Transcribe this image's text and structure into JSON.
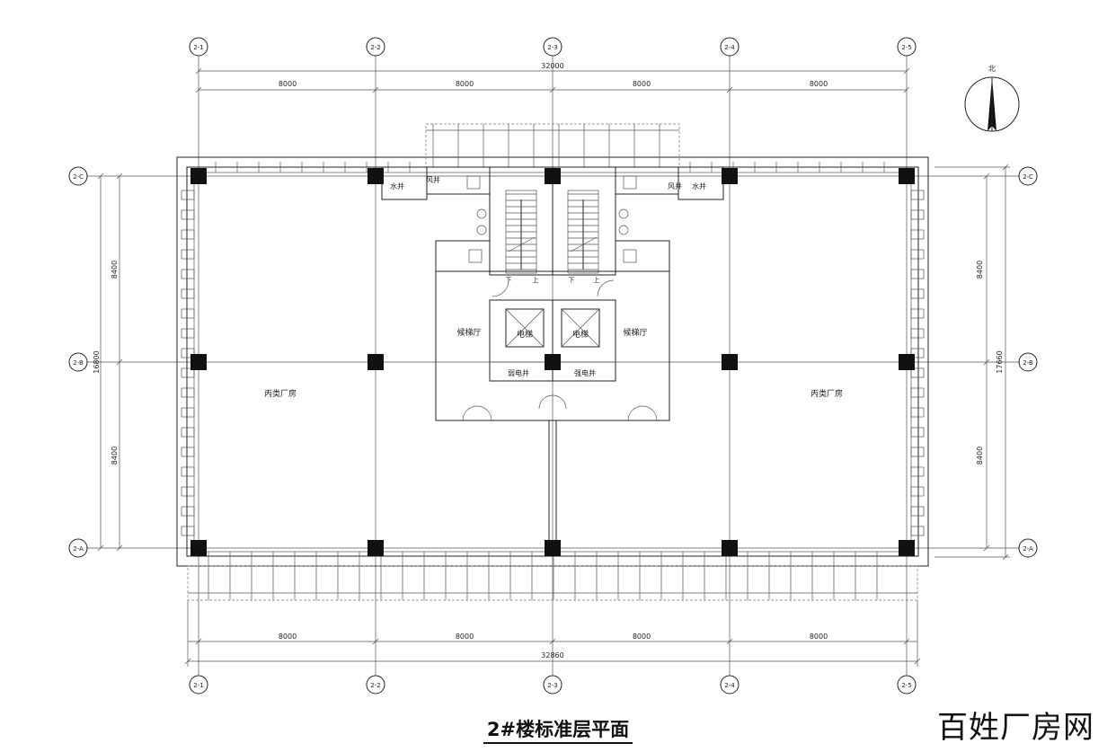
{
  "drawing": {
    "title": "2#楼标准层平面",
    "watermark": "百姓厂房网",
    "north_label": "北"
  },
  "axes": {
    "columns": [
      "2-1",
      "2-2",
      "2-3",
      "2-4",
      "2-5"
    ],
    "rows": [
      "2-C",
      "2-B",
      "2-A"
    ]
  },
  "dimensions": {
    "top_total": "32000",
    "top_spans": [
      "8000",
      "8000",
      "8000",
      "8000"
    ],
    "bottom_total": "32860",
    "bottom_spans": [
      "8000",
      "8000",
      "8000",
      "8000"
    ],
    "left_total": "16800",
    "left_spans": [
      "8400",
      "8400"
    ],
    "right_total": "17660",
    "right_spans": [
      "8400",
      "8400"
    ]
  },
  "rooms": {
    "left_hall": "丙类厂房",
    "right_hall": "丙类厂房",
    "left_lobby": "候梯厅",
    "right_lobby": "候梯厅",
    "left_elevator": "电梯",
    "right_elevator": "电梯",
    "weak_shaft": "弱电井",
    "strong_shaft": "强电井",
    "left_water": "水井",
    "left_wind": "风井",
    "right_wind": "风井",
    "right_water": "水井",
    "stair_down": "下",
    "stair_up": "上"
  }
}
